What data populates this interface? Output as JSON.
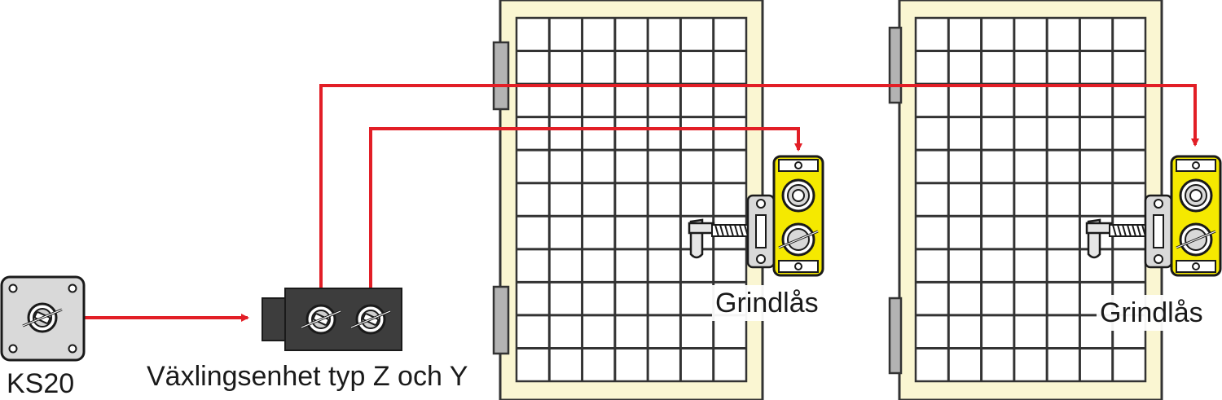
{
  "labels": {
    "switch": "KS20",
    "exchange_unit": "Växlingsenhet typ Z och Y",
    "gate_lock_1": "Grindlås",
    "gate_lock_2": "Grindlås"
  },
  "colors": {
    "arrow": "#e21e26",
    "fence_frame": "#faf6d2",
    "fence_outline": "#333333",
    "hinge": "#b3b3b3",
    "switch_body": "#d9d9d9",
    "exchange_unit_body": "#3d3d3d",
    "lock_body": "#f5e900"
  },
  "icons": {
    "switch": "rotary-key-switch-icon",
    "exchange_unit": "dual-key-exchange-unit-icon",
    "lock": "spring-bolt-gate-lock-icon"
  }
}
